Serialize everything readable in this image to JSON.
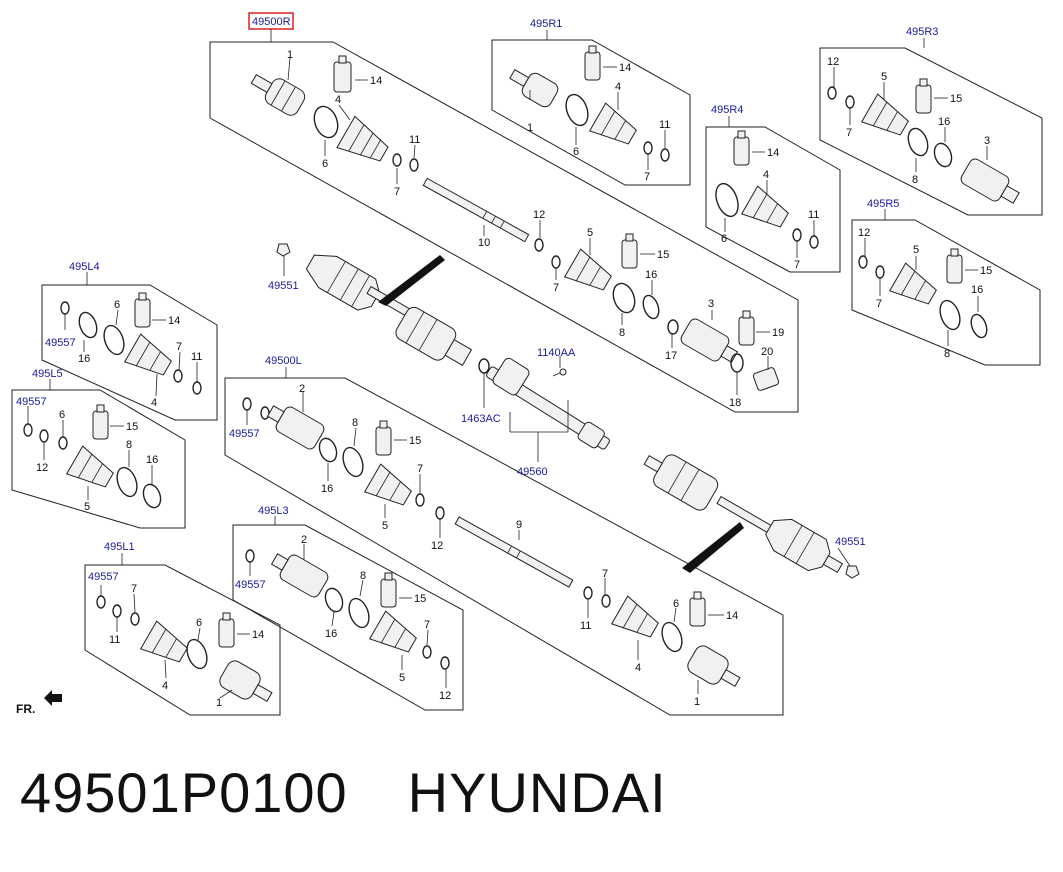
{
  "diagram": {
    "groups": {
      "g49500R": "49500R",
      "g495R1": "495R1",
      "g495R3": "495R3",
      "g495R4": "495R4",
      "g495R5": "495R5",
      "g495L4": "495L4",
      "g495L5": "495L5",
      "g49500L": "49500L",
      "g495L3": "495L3",
      "g495L1": "495L1"
    },
    "refs": {
      "r49551": "49551",
      "r49557": "49557",
      "r1140AA": "1140AA",
      "r1463AC": "1463AC",
      "r49560": "49560"
    },
    "nums": {
      "n1": "1",
      "n2": "2",
      "n3": "3",
      "n4": "4",
      "n5": "5",
      "n6": "6",
      "n7": "7",
      "n8": "8",
      "n9": "9",
      "n10": "10",
      "n11": "11",
      "n12": "12",
      "n14": "14",
      "n15": "15",
      "n16": "16",
      "n17": "17",
      "n18": "18",
      "n19": "19",
      "n20": "20"
    },
    "direction": "FR."
  },
  "footer": {
    "part_number": "49501P0100",
    "brand": "HYUNDAI"
  }
}
